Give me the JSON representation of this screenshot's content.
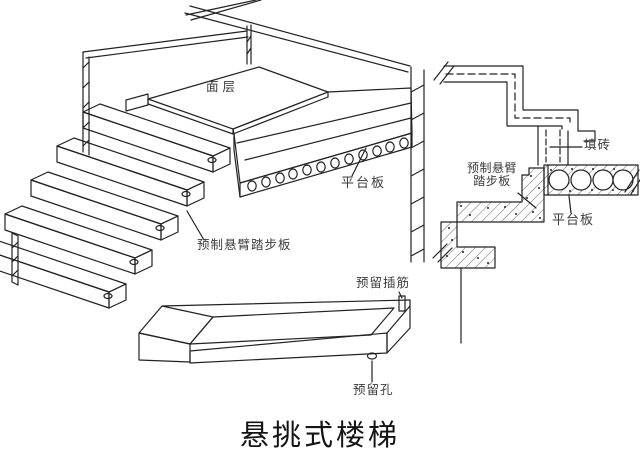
{
  "title": "悬挑式楼梯",
  "colors": {
    "line": "#222222",
    "background": "#ffffff",
    "label": "#3d3d3d"
  },
  "isometric_drawing": {
    "labels": {
      "surface_layer": "面层",
      "platform_slab": "平台板",
      "precast_cantilever_step": "预制悬臂踏步板"
    }
  },
  "step_unit_detail": {
    "labels": {
      "reserved_dowel": "预留插筋",
      "reserved_hole": "预留孔"
    }
  },
  "section_detail": {
    "labels": {
      "brick_infill": "填砖",
      "precast_step_line1": "预制悬臂",
      "precast_step_line2": "踏步板",
      "platform_slab": "平台板"
    }
  }
}
